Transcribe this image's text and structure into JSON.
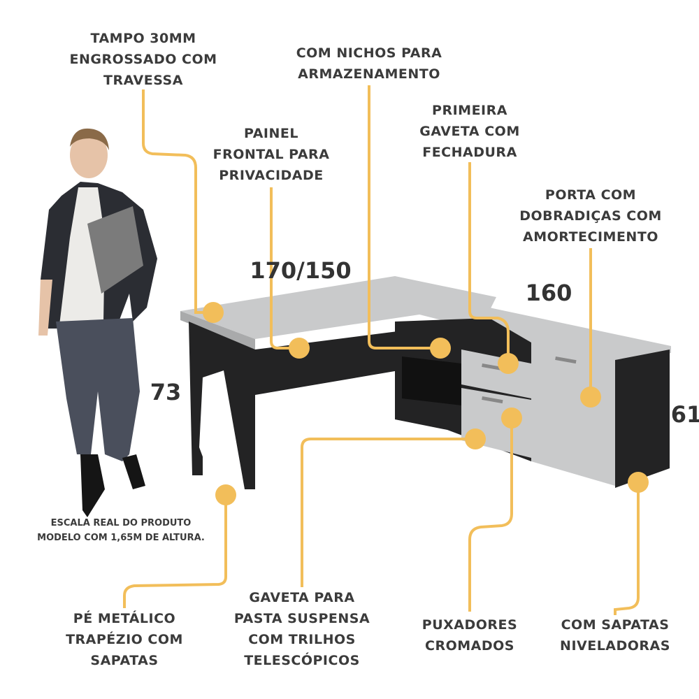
{
  "accent_color": "#f2be5a",
  "text_color": "#3b3b3b",
  "desk_top_color": "#c9cacb",
  "desk_body_color": "#232324",
  "features": {
    "tampo": [
      "TAMPO 30MM",
      "ENGROSSADO COM",
      "TRAVESSA"
    ],
    "nichos": [
      "COM NICHOS PARA",
      "ARMAZENAMENTO"
    ],
    "painel": [
      "PAINEL",
      "FRONTAL PARA",
      "PRIVACIDADE"
    ],
    "primeira_gaveta": [
      "PRIMEIRA",
      "GAVETA COM",
      "FECHADURA"
    ],
    "porta": [
      "PORTA COM",
      "DOBRADIÇAS COM",
      "AMORTECIMENTO"
    ],
    "gaveta_pasta": [
      "GAVETA PARA",
      "PASTA SUSPENSA",
      "COM TRILHOS",
      "TELESCÓPICOS"
    ],
    "pe_metalico": [
      "PÉ METÁLICO",
      "TRAPÉZIO COM",
      "SAPATAS"
    ],
    "puxadores": [
      "PUXADORES",
      "CROMADOS"
    ],
    "sapatas": [
      "COM SAPATAS",
      "NIVELADORAS"
    ]
  },
  "dimensions": {
    "width_main": "170/150",
    "width_side": "160",
    "height_desk": "73",
    "height_cabinet": "61"
  },
  "scale_note": [
    "ESCALA REAL DO PRODUTO",
    "MODELO COM 1,65M DE ALTURA."
  ]
}
